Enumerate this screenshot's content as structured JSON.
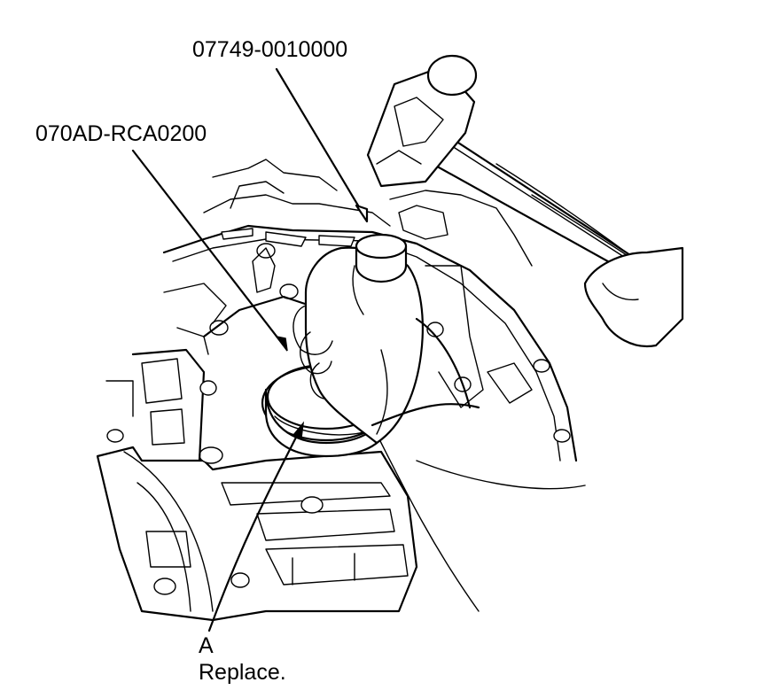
{
  "labels": {
    "tool_driver": "07749-0010000",
    "tool_attachment": "070AD-RCA0200",
    "callout_letter": "A",
    "callout_note": "Replace."
  }
}
